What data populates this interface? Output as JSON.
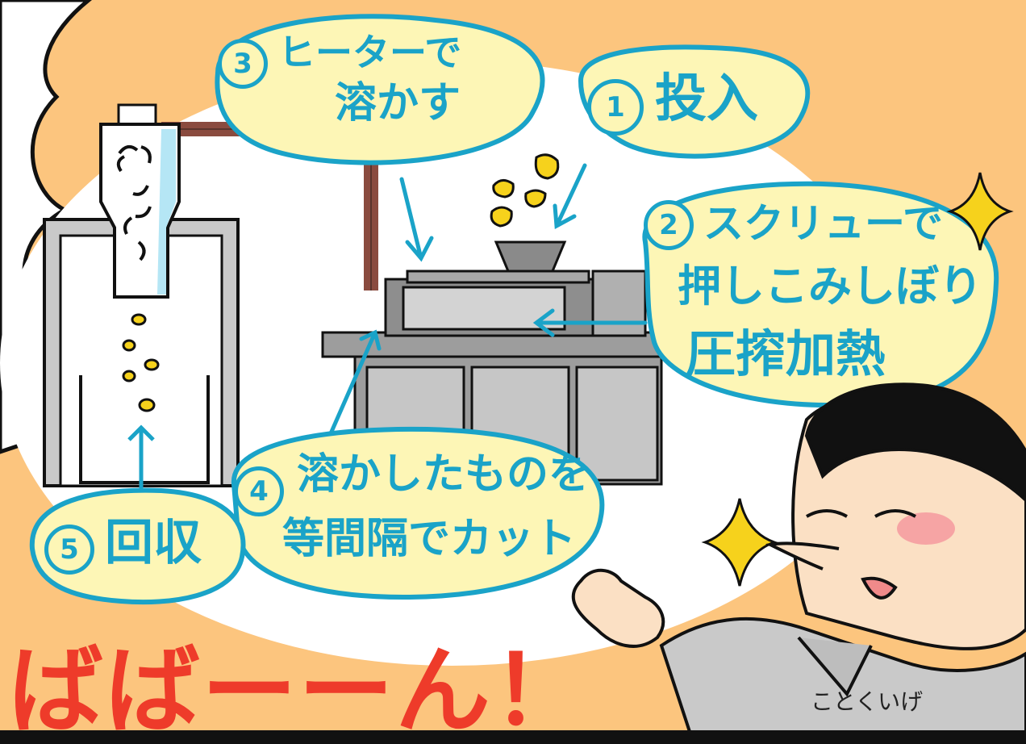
{
  "steps": {
    "s1": {
      "num": "1",
      "text": "投入"
    },
    "s2": {
      "num": "2",
      "line1": "スクリューで",
      "line2": "押しこみしぼり",
      "line3": "圧搾加熱"
    },
    "s3": {
      "num": "3",
      "line1": "ヒーターで",
      "line2": "溶かす"
    },
    "s4": {
      "num": "4",
      "line1": "溶かしたものを",
      "line2": "等間隔でカット"
    },
    "s5": {
      "num": "5",
      "text": "回収"
    }
  },
  "exclamation": "ばばーーん！",
  "signature": "ことくいげ",
  "colors": {
    "background": "#fcc57e",
    "bubble_fill": "#fdf6b6",
    "outline_blue": "#1aa3c8",
    "title_red": "#ee3b2a",
    "machine_gray": "#9d9d9d",
    "pellet_yellow": "#f6d21c"
  }
}
